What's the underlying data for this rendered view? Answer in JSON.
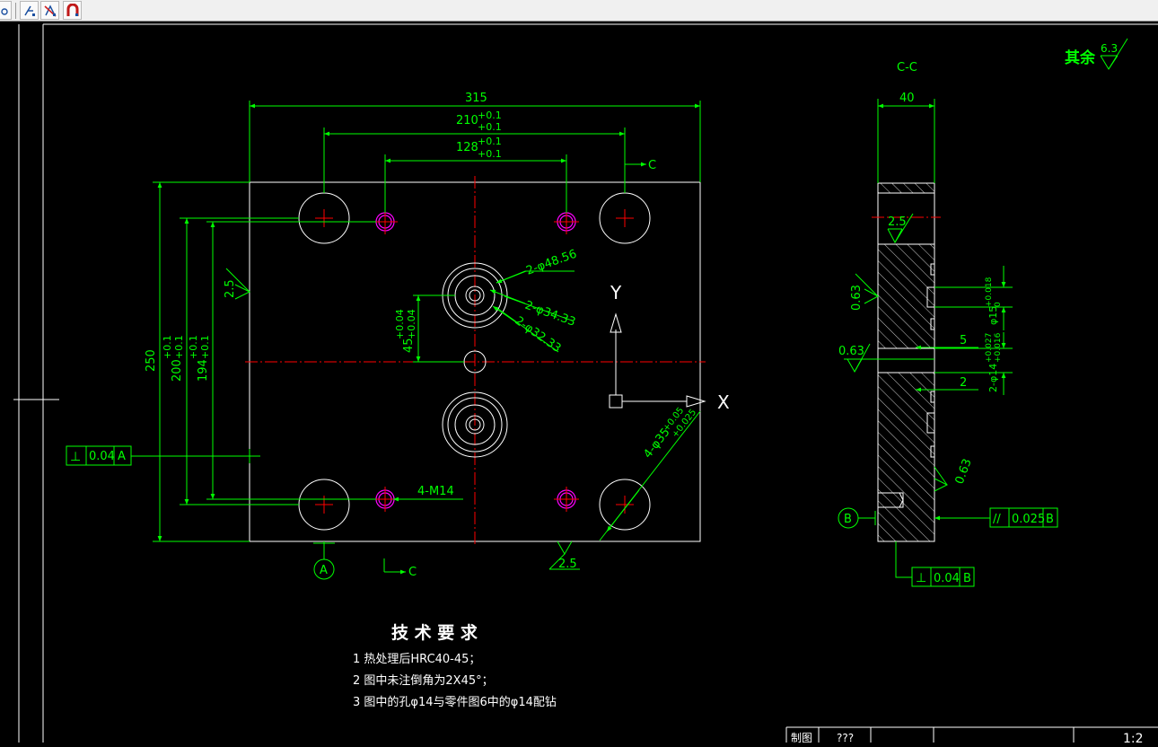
{
  "toolbar": {
    "buttons": [
      {
        "icon": "snap-circle-icon"
      },
      {
        "icon": "dimension-text-icon"
      },
      {
        "icon": "no-slash-icon"
      },
      {
        "icon": "magnet-icon"
      }
    ]
  },
  "drawing": {
    "colors": {
      "background": "#000000",
      "geometry": "#ffffff",
      "dimension": "#00ff00",
      "center": "#ff0000",
      "hole": "#ff00ff"
    },
    "front": {
      "dim_315": "315",
      "dim_210": "210",
      "dim_210_tol_a": "+0.1",
      "dim_210_tol_b": "+0.1",
      "dim_128": "128",
      "dim_128_tol_a": "+0.1",
      "dim_128_tol_b": "+0.1",
      "dim_250": "250",
      "dim_200": "200",
      "dim_200_tol_a": "+0.1",
      "dim_200_tol_b": "+0.1",
      "dim_194": "194",
      "dim_194_tol_a": "+0.1",
      "dim_194_tol_b": "+0.1",
      "dim_45": "45",
      "dim_45_tol_a": "+0.04",
      "dim_45_tol_b": "+0.04",
      "callout_4856": "2-φ48.56",
      "callout_3433": "2-φ34.33",
      "callout_3233": "2-φ32.33",
      "callout_35": "4-φ35",
      "callout_35_tol_a": "+0.05",
      "callout_35_tol_b": "+0.025",
      "callout_m14": "4-M14",
      "section_mark_top": "C",
      "section_mark_bottom": "C",
      "rough_left": "2.5",
      "rough_bottom": "2.5",
      "datum_a": "A",
      "fcf_symbol": "⊥",
      "fcf_value": "0.04",
      "fcf_datum": "A",
      "axis_x": "X",
      "axis_y": "Y"
    },
    "section": {
      "title": "C-C",
      "dim_40": "40",
      "rough_top": "2.5",
      "rough_063_a": "0.63",
      "rough_063_b": "0.63",
      "rough_063_c": "0.63",
      "dim_5": "5",
      "dim_2": "2",
      "callout_15": "φ15",
      "callout_15_tol_a": "+0.018",
      "callout_15_tol_b": "0",
      "callout_14": "2-φ14",
      "callout_14_tol_a": "+0.027",
      "callout_14_tol_b": "+0.016",
      "datum_b": "B",
      "fcf_par_symbol": "//",
      "fcf_par_value": "0.025",
      "fcf_par_datum": "B",
      "fcf_perp_symbol": "⊥",
      "fcf_perp_value": "0.04",
      "fcf_perp_datum": "B"
    },
    "rough_remaining_label": "其余",
    "rough_remaining_value": "6.3",
    "notes": {
      "title": "技 术 要 求",
      "items": [
        "1  热处理后HRC40-45；",
        "2  图中未注倒角为2X45°；",
        "3  图中的孔φ14与零件图6中的φ14配钻"
      ]
    },
    "title_block": {
      "drawn_label": "制图",
      "drawn_value": "???",
      "scale": "1:2"
    }
  }
}
